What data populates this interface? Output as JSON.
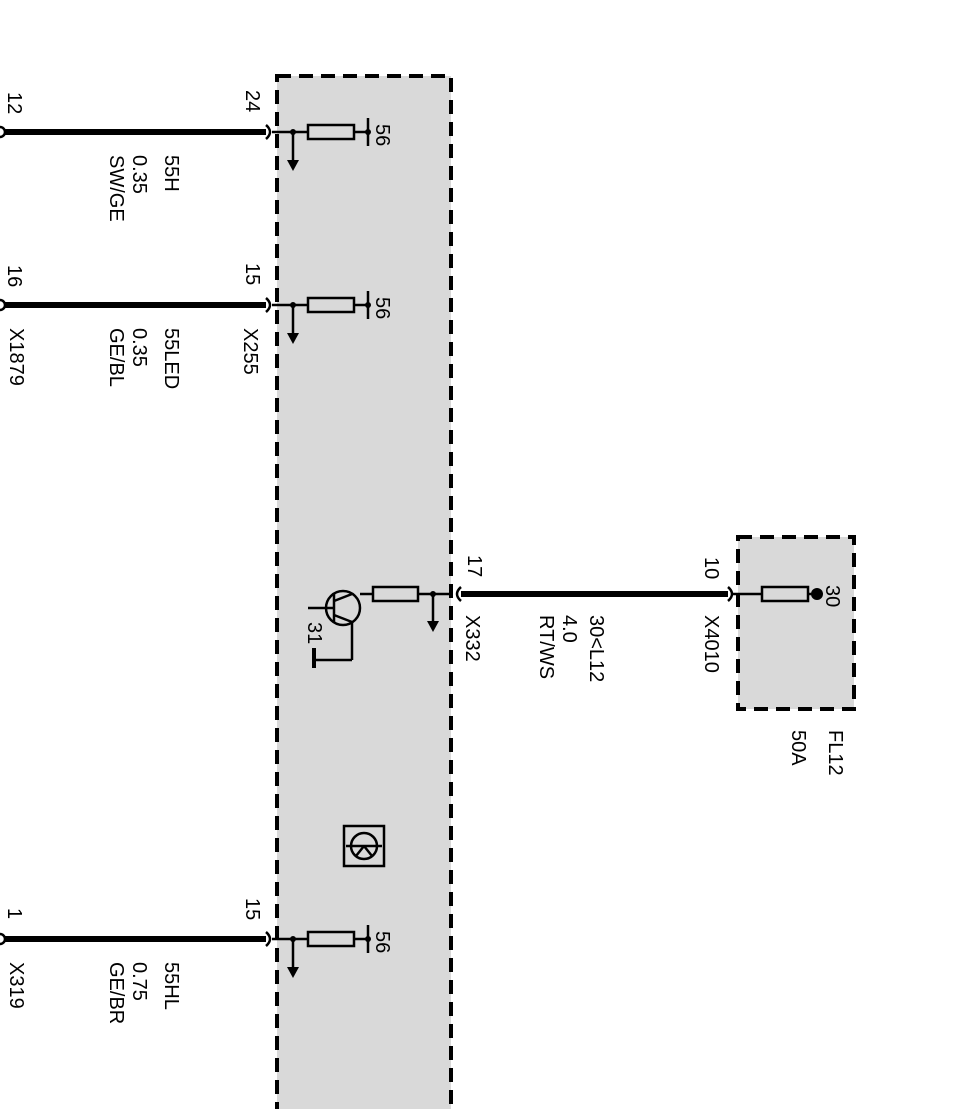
{
  "colors": {
    "module_fill": "#d9d9d9",
    "line": "#000000",
    "background": "#ffffff"
  },
  "module": {
    "symbol_icon": "light-module-symbol"
  },
  "circuits": [
    {
      "left_pin": "12",
      "module_pin": "24",
      "fuse_label": "56",
      "signal": "55H",
      "size": "0.35",
      "color": "SW/GE",
      "connector": ""
    },
    {
      "left_pin": "16",
      "module_pin": "15",
      "fuse_label": "56",
      "signal": "55LED",
      "size": "0.35",
      "color": "GE/BL",
      "connector_left": "X1879",
      "connector": "X255"
    },
    {
      "left_pin": "1",
      "module_pin": "15",
      "fuse_label": "56",
      "signal": "55HL",
      "size": "0.75",
      "color": "GE/BR",
      "connector_left": "X319",
      "connector": ""
    }
  ],
  "supply": {
    "module_pin": "17",
    "module_connector": "X332",
    "signal": "30<L12",
    "size": "4.0",
    "color": "RT/WS",
    "ground_label": "31",
    "fuse_box_pin": "10",
    "fuse_box_connector": "X4010",
    "fuse_terminal": "30",
    "fuse_name": "FL12",
    "fuse_rating": "50A"
  }
}
